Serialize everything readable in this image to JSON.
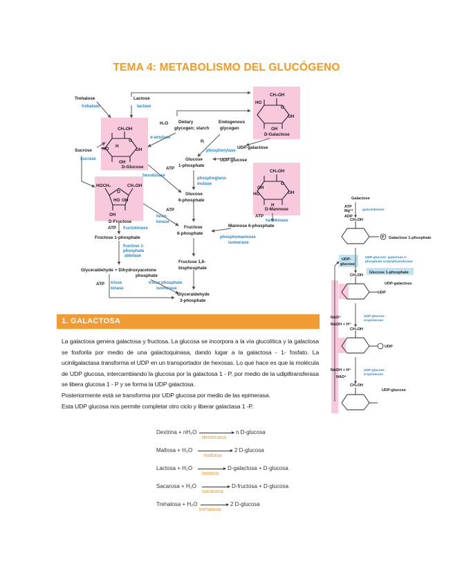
{
  "title": "TEMA 4: METABOLISMO DEL GLUCÓGENO",
  "main_diagram": {
    "trehalose": "Trehalose",
    "trehalase": "trehalase",
    "lactose": "Lactose",
    "lactase": "lactase",
    "sucrose": "Sucrose",
    "sucrase": "sucrase",
    "d_glucose": "D-Glucose",
    "d_fructose": "D-Fructose",
    "d_galactose": "D-Galactose",
    "d_mannose": "D-Mannose",
    "h2o": "H₂O",
    "alpha_amylase": "α-amylase",
    "dietary_glycogen_l1": "Dietary",
    "dietary_glycogen_l2": "glycogen; starch",
    "endogenous_glycogen_l1": "Endogenous",
    "endogenous_glycogen_l2": "glycogen",
    "pi": "Pᵢ",
    "phosphorylase": "phosphorylase",
    "udp_galactose": "UDP-galactose",
    "udp_glucose": "UDP-glucose",
    "glucose_1p_l1": "Glucose",
    "glucose_1p_l2": "1-phosphate",
    "atp": "ATP",
    "hexokinase": "hexokinase",
    "phosphoglucomutase_l1": "phosphogluco-",
    "phosphoglucomutase_l2": "mutase",
    "glucose_6p_l1": "Glucose",
    "glucose_6p_l2": "6-phosphate",
    "hexokinase2_l1": "hexo-",
    "hexokinase2_l2": "kinase",
    "fructose_6p_l1": "Fructose",
    "fructose_6p_l2": "6-phosphate",
    "mannose_6p": "Mannose 6-phosphate",
    "phosphomannose_isomerase_l1": "phosphomannose",
    "phosphomannose_isomerase_l2": "isomerase",
    "fructokinase": "fructokinase",
    "fructose_1p": "Fructose 1-phosphate",
    "fructose_1p_aldolase_l1": "fructose 1-",
    "fructose_1p_aldolase_l2": "phosphate",
    "fructose_1p_aldolase_l3": "aldolase",
    "fructose_16_l1": "Fructose 1,6-",
    "fructose_16_l2": "bisphosphate",
    "glyceraldehyde": "Glyceraldehyde",
    "dihydroxyacetone_l1": "+ Dihydroxyacetone",
    "dihydroxyacetone_l2": "phosphate",
    "triose_kinase_l1": "triose",
    "triose_kinase_l2": "kinase",
    "triose_isomerase_l1": "triose phosphate",
    "triose_isomerase_l2": "isomerase",
    "g3p_l1": "Glyceraldehyde",
    "g3p_l2": "3-phosphate",
    "ch2oh": "CH₂OH",
    "hoch2": "HOCH₂",
    "ho": "HO",
    "oh": "OH",
    "h": "H",
    "o": "O"
  },
  "right_diagram": {
    "galactose": "Galactose",
    "atp": "ATP",
    "mg": "Mg²⁺",
    "galactokinase": "galactokinase",
    "adp": "ADP",
    "galactose_1p": "Galactose 1-phosphate",
    "udp_glucose_l1": "UDP-",
    "udp_glucose_l2": "glucose",
    "transferase_l1": "UDP-glucose: galactose 1-",
    "transferase_l2": "phosphate uridylyltransferase",
    "glucose_1p": "Glucose 1-phosphate",
    "udp_galactose": "UDP-galactose",
    "udp": "UDP",
    "nad": "NAD⁺",
    "nadh": "NADH + H⁺",
    "epimerase_l1": "UDP-glucose",
    "epimerase_l2": "4-epimerase",
    "udp_glucose_bottom": "UDP-glucose",
    "p": "P"
  },
  "section_title": "1.  GALACTOSA",
  "paragraph1": "La galactosa genera galactosa y fructosa. La glucosa se incorpora a la vía glucolítica y la galactosa se fosforila por medio de una galactoquinasa, dando lugar a la galactosa - 1- fosfato. La ucinilgalactasa transforma el UDP en un transportador de hexosas. Lo que hace es que la molécula de UDP glucosa, intercambiando la glucosa por la galactosa 1 - P, por medio de la udipiltransferasa se libera glucosa 1 - P y se forma la UDP galactosa.",
  "paragraph2": "Posteriormente está se transforma por UDP glucosa por medio de las epimerasa.",
  "paragraph3": "Esta UDP glucosa nos permite completar otro ciclo y liberar galactasa 1 -P.",
  "reactions": [
    {
      "left": "Dextrina + nH₂O",
      "enzyme": "dextrinasa",
      "right": "n D-glucosa"
    },
    {
      "left": "Maltosa + H₂O",
      "enzyme": "maltasa",
      "right": "2 D-glucosa"
    },
    {
      "left": "Lactosa + H₂O",
      "enzyme": "lactasa",
      "right": "D-galactosa + D-glucosa"
    },
    {
      "left": "Sacarosa + H₂O",
      "enzyme": "sacarasa",
      "right": "D-fructosa + D-glucosa"
    },
    {
      "left": "Trehalosa + H₂O",
      "enzyme": "trehalasa",
      "right": "2 D-glucosa"
    }
  ],
  "colors": {
    "title": "#f39a1f",
    "section_bar": "#f29b32",
    "enzyme_blue": "#2a86c6",
    "pink_box": "#f8c8dc",
    "blue_box": "#bfe3f2",
    "reaction_enzyme": "#f39a1f"
  }
}
